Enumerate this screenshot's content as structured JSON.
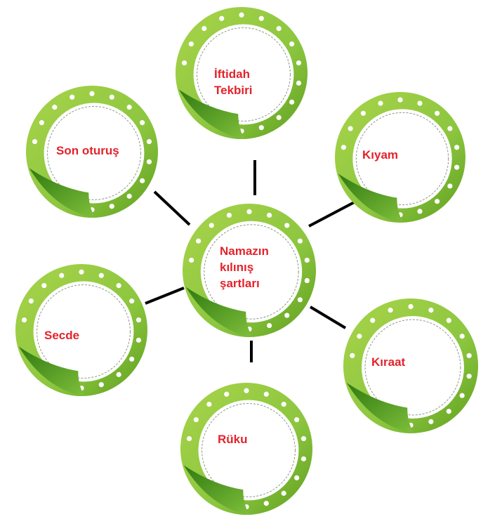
{
  "center": {
    "label_lines": [
      "Namazın",
      "kılınış",
      "şartları"
    ]
  },
  "nodes": [
    {
      "id": "iftidah-tekbiri",
      "label_lines": [
        "İftidah",
        "Tekbiri"
      ]
    },
    {
      "id": "kiyam",
      "label_lines": [
        "Kıyam"
      ]
    },
    {
      "id": "kiraat",
      "label_lines": [
        "Kıraat"
      ]
    },
    {
      "id": "ruku",
      "label_lines": [
        "Rüku"
      ]
    },
    {
      "id": "secde",
      "label_lines": [
        "Secde"
      ]
    },
    {
      "id": "son-oturus",
      "label_lines": [
        "Son oturuş"
      ]
    }
  ],
  "colors": {
    "ring_light": "#a8d44a",
    "ring_dark": "#5d9e1e",
    "curl": "#3f8a1c",
    "text": "#e3232b",
    "connector": "#000000"
  }
}
